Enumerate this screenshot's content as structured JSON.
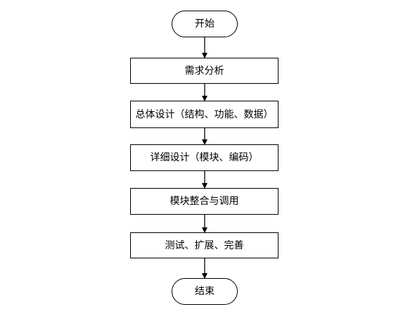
{
  "flowchart": {
    "start": {
      "label": "开始"
    },
    "steps": [
      {
        "label": "需求分析"
      },
      {
        "label": "总体设计（结构、功能、数据）"
      },
      {
        "label": "详细设计（模块、编码）"
      },
      {
        "label": "模块整合与调用"
      },
      {
        "label": "测试、扩展、完善"
      }
    ],
    "end": {
      "label": "结束"
    }
  }
}
